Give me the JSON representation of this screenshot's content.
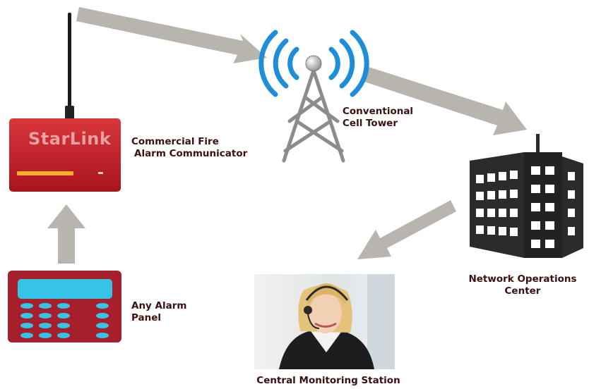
{
  "labels": {
    "communicator": [
      "Commercial Fire",
      "Alarm Communicator"
    ],
    "tower": [
      "Conventional",
      "Cell Tower"
    ],
    "noc": [
      "Network Operations",
      "Center"
    ],
    "panel": [
      "Any Alarm",
      "Panel"
    ],
    "cms": "Central Monitoring Station"
  },
  "communicator_brand": "StarLink",
  "colors": {
    "arrow": "#b8b4ae",
    "device_red": "#c8232c",
    "tower_blue": "#1e8ed8",
    "building": "#2b2b2b",
    "panel_red": "#a51f2c",
    "panel_cyan": "#35c3e6",
    "label_text": "#3a1010"
  }
}
